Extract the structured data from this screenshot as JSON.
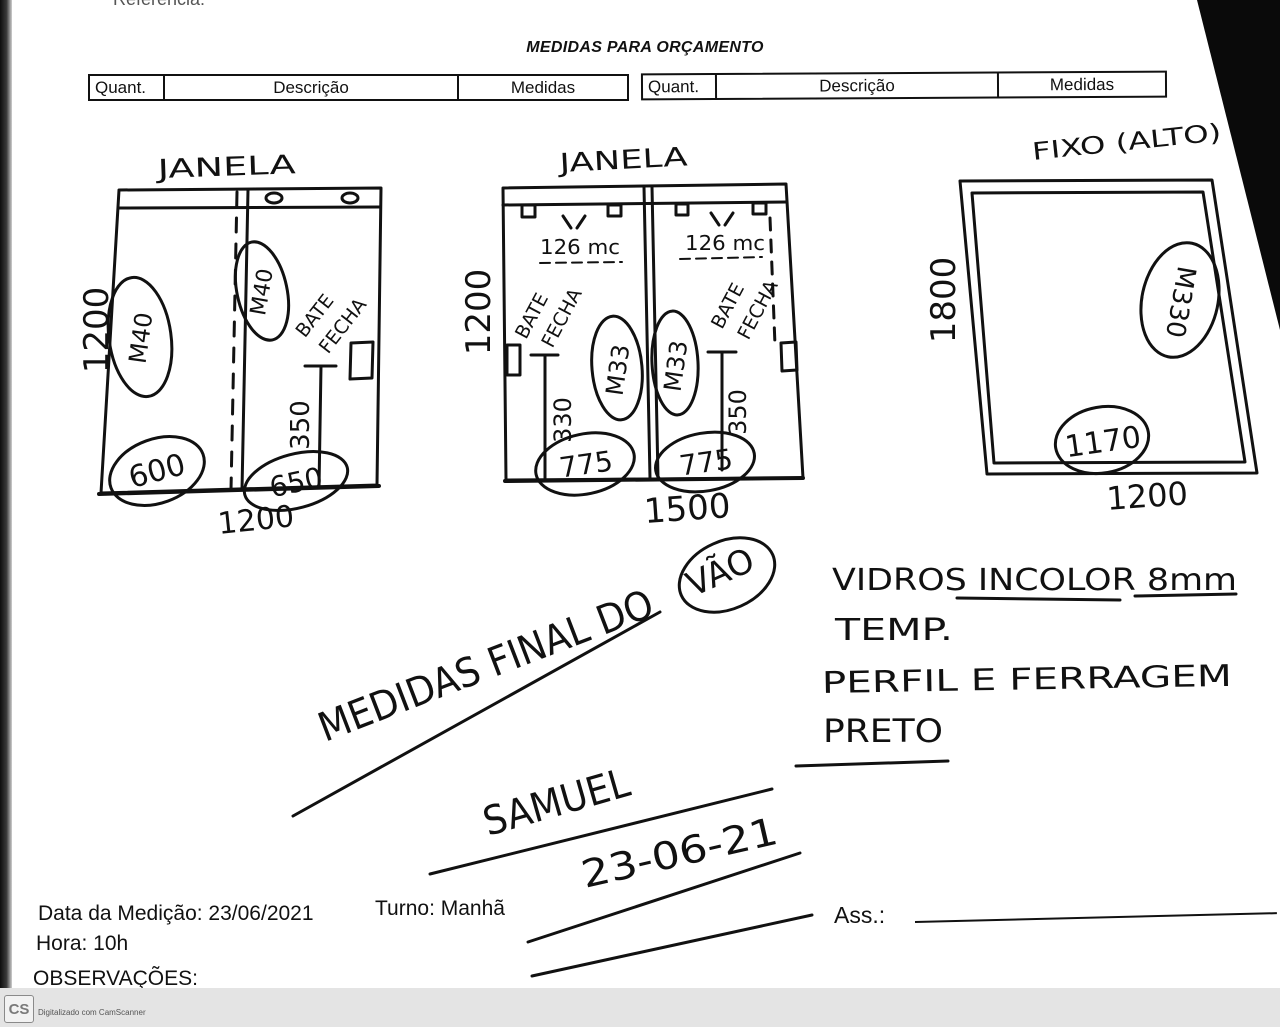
{
  "header": {
    "reference_label": "Referência:",
    "title": "MEDIDAS PARA ORÇAMENTO"
  },
  "tables": [
    {
      "columns": [
        "Quant.",
        "Descrição",
        "Medidas"
      ]
    },
    {
      "columns": [
        "Quant.",
        "Descrição",
        "Medidas"
      ]
    }
  ],
  "window_1": {
    "label": "JANELA",
    "height": "1200",
    "width": "1200",
    "left_pane_code": "M40",
    "right_pane_code": "M40",
    "lock_note_line1": "BATE",
    "lock_note_line2": "FECHA",
    "lock_height": "350",
    "left_pane_width": "600",
    "right_pane_width": "650"
  },
  "window_2": {
    "label": "JANELA",
    "height": "1200",
    "width": "1500",
    "left_note": "126 mc",
    "right_note": "126 mc",
    "left_lock_note_line1": "BATE",
    "left_lock_note_line2": "FECHA",
    "right_lock_note_line1": "BATE",
    "right_lock_note_line2": "FECHA",
    "left_pane_code": "M33",
    "right_pane_code": "M33",
    "left_lock_height": "330",
    "right_lock_height": "350",
    "left_pane_width": "775",
    "right_pane_width": "775"
  },
  "fixed_panel": {
    "label": "FIXO (ALTO)",
    "height": "1800",
    "width": "1200",
    "pane_code": "M330",
    "pane_width": "1170"
  },
  "notes": {
    "final_measures": "MEDIDAS FINAL DO",
    "final_measures_circled": "VÃO",
    "glass": "VIDROS INCOLOR 8mm",
    "glass_type": "TEMP.",
    "profile": "PERFIL E FERRAGEM",
    "profile_color": "PRETO"
  },
  "signature": {
    "name": "SAMUEL",
    "date": "23-06-21"
  },
  "footer": {
    "measure_date": "Data da Medição: 23/06/2021",
    "shift": "Turno: Manhã",
    "time": "Hora: 10h",
    "observations_label": "OBSERVAÇÕES:",
    "signature_label": "Ass.:"
  },
  "scanner": {
    "logo": "CS",
    "caption": "Digitalizado com CamScanner"
  }
}
